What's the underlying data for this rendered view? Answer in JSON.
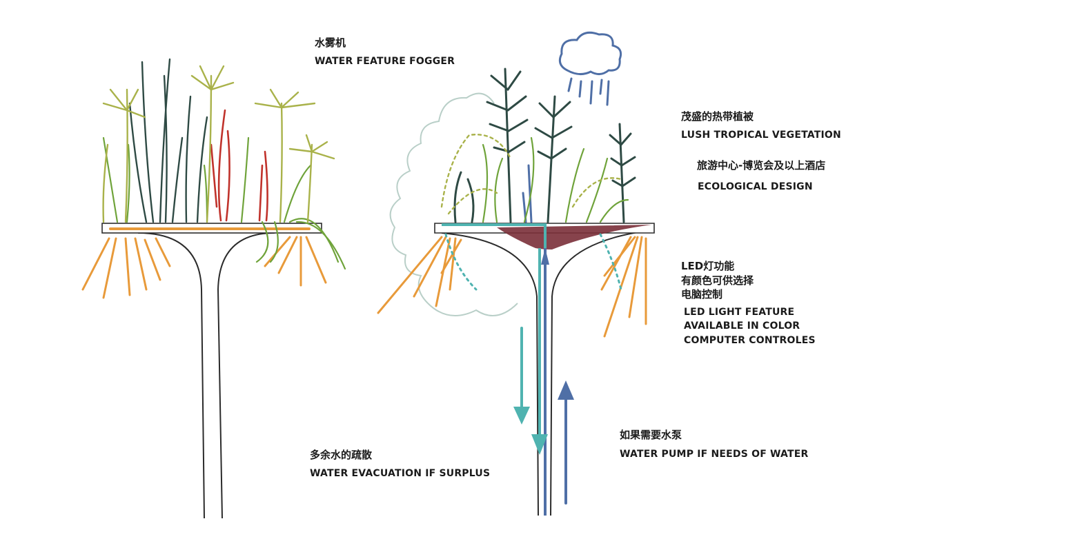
{
  "labels": {
    "fogger_cn": "水雾机",
    "fogger_en": "WATER FEATURE FOGGER",
    "vegetation_cn": "茂盛的热带植被",
    "vegetation_en": "LUSH TROPICAL VEGETATION",
    "eco_cn": "旅游中心-博览会及以上酒店",
    "eco_en": "ECOLOGICAL DESIGN",
    "led_cn_1": "LED灯功能",
    "led_cn_2": "有颜色可供选择",
    "led_cn_3": "电脑控制",
    "led_en_1": "LED LIGHT FEATURE",
    "led_en_2": "AVAILABLE IN COLOR",
    "led_en_3": "COMPUTER CONTROLES",
    "pump_cn": "如果需要水泵",
    "pump_en": "WATER PUMP IF NEEDS OF WATER",
    "evac_cn": "多余水的疏散",
    "evac_en": "WATER EVACUATION IF SURPLUS"
  },
  "icons": {
    "rain_cloud": "rain-cloud-icon",
    "down_arrow": "down-arrow-icon",
    "up_arrow": "up-arrow-icon"
  },
  "colors": {
    "stem_outline": "#2b2b2b",
    "orange_light": "#e89a3a",
    "teal_water": "#4fb3b0",
    "blue_pump": "#4f6fa6",
    "soil_red": "#7a2f38",
    "plant_green": "#6fa33a",
    "plant_dark": "#2e4a44",
    "plant_red": "#c0322b",
    "plant_olive": "#a9b24a",
    "mist_grey": "#b9cfc8"
  }
}
